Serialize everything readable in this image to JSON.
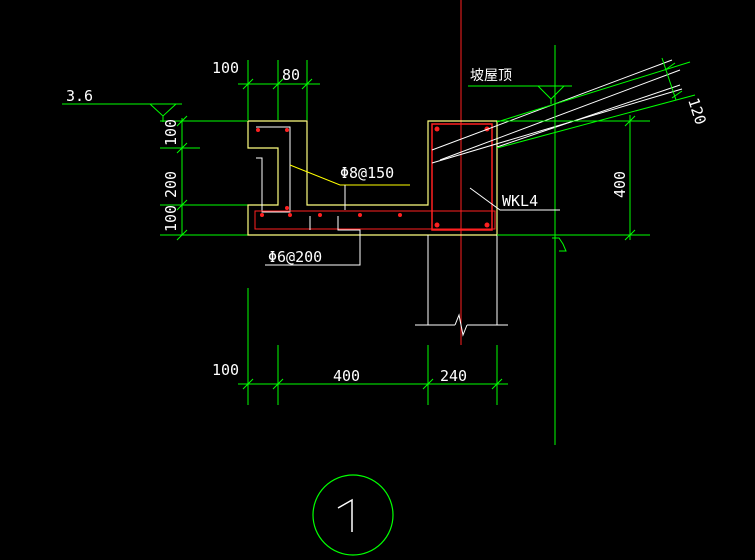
{
  "drawing": {
    "background": "#000000",
    "colors": {
      "dimension": "#00ff00",
      "outline": "#ffff80",
      "rebar": "#ff2020",
      "axis": "#ff2020",
      "text": "#ffffff",
      "leader": "#ffff00",
      "detail_circle": "#00ff00"
    },
    "elevation_mark": "3.6",
    "roof_label": "坡屋顶",
    "beam_label": "WKL4",
    "rebar_labels": {
      "upper": "Φ8@150",
      "lower": "Φ6@200"
    },
    "dims": {
      "top_left": "100",
      "top_width": "80",
      "left_v1": "100",
      "left_v2": "200",
      "left_v3": "100",
      "right_v": "400",
      "slab_thk": "120",
      "bottom_left": "100",
      "bottom_mid": "400",
      "bottom_right": "240"
    },
    "detail_number": "1"
  }
}
